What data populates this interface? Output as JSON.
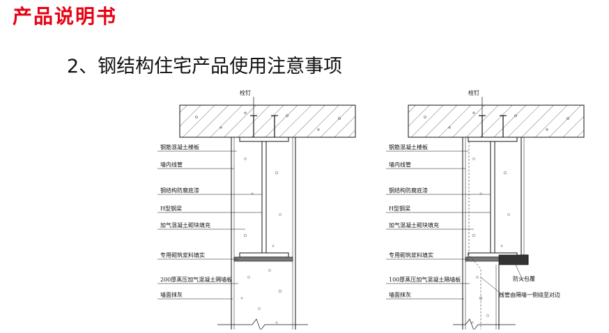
{
  "header": {
    "title": "产品说明书",
    "subtitle": "2、钢结构住宅产品使用注意事项"
  },
  "colors": {
    "accent": "#e60012",
    "ink": "#111111"
  },
  "drawings": {
    "left": {
      "top_label": "栓钉",
      "labels": [
        "钢筋混凝土楼板",
        "墙内线管",
        "钢结构防腐底漆",
        "H型钢梁",
        "加气混凝土砌块填充",
        "专用砌筑浆料填实",
        "200厚蒸压加气混凝土隔墙板",
        "墙面抹灰"
      ]
    },
    "right": {
      "top_label": "栓钉",
      "labels": [
        "钢筋混凝土楼板",
        "墙内线管",
        "钢结构防腐底漆",
        "H型钢梁",
        "加气混凝土砌块填充",
        "专用砌筑浆料填实",
        "100厚蒸压加气混凝土隔墙板",
        "墙面抹灰"
      ],
      "extra_labels": [
        "防火包覆",
        "线管由隔墙一侧绕至对边"
      ]
    }
  }
}
